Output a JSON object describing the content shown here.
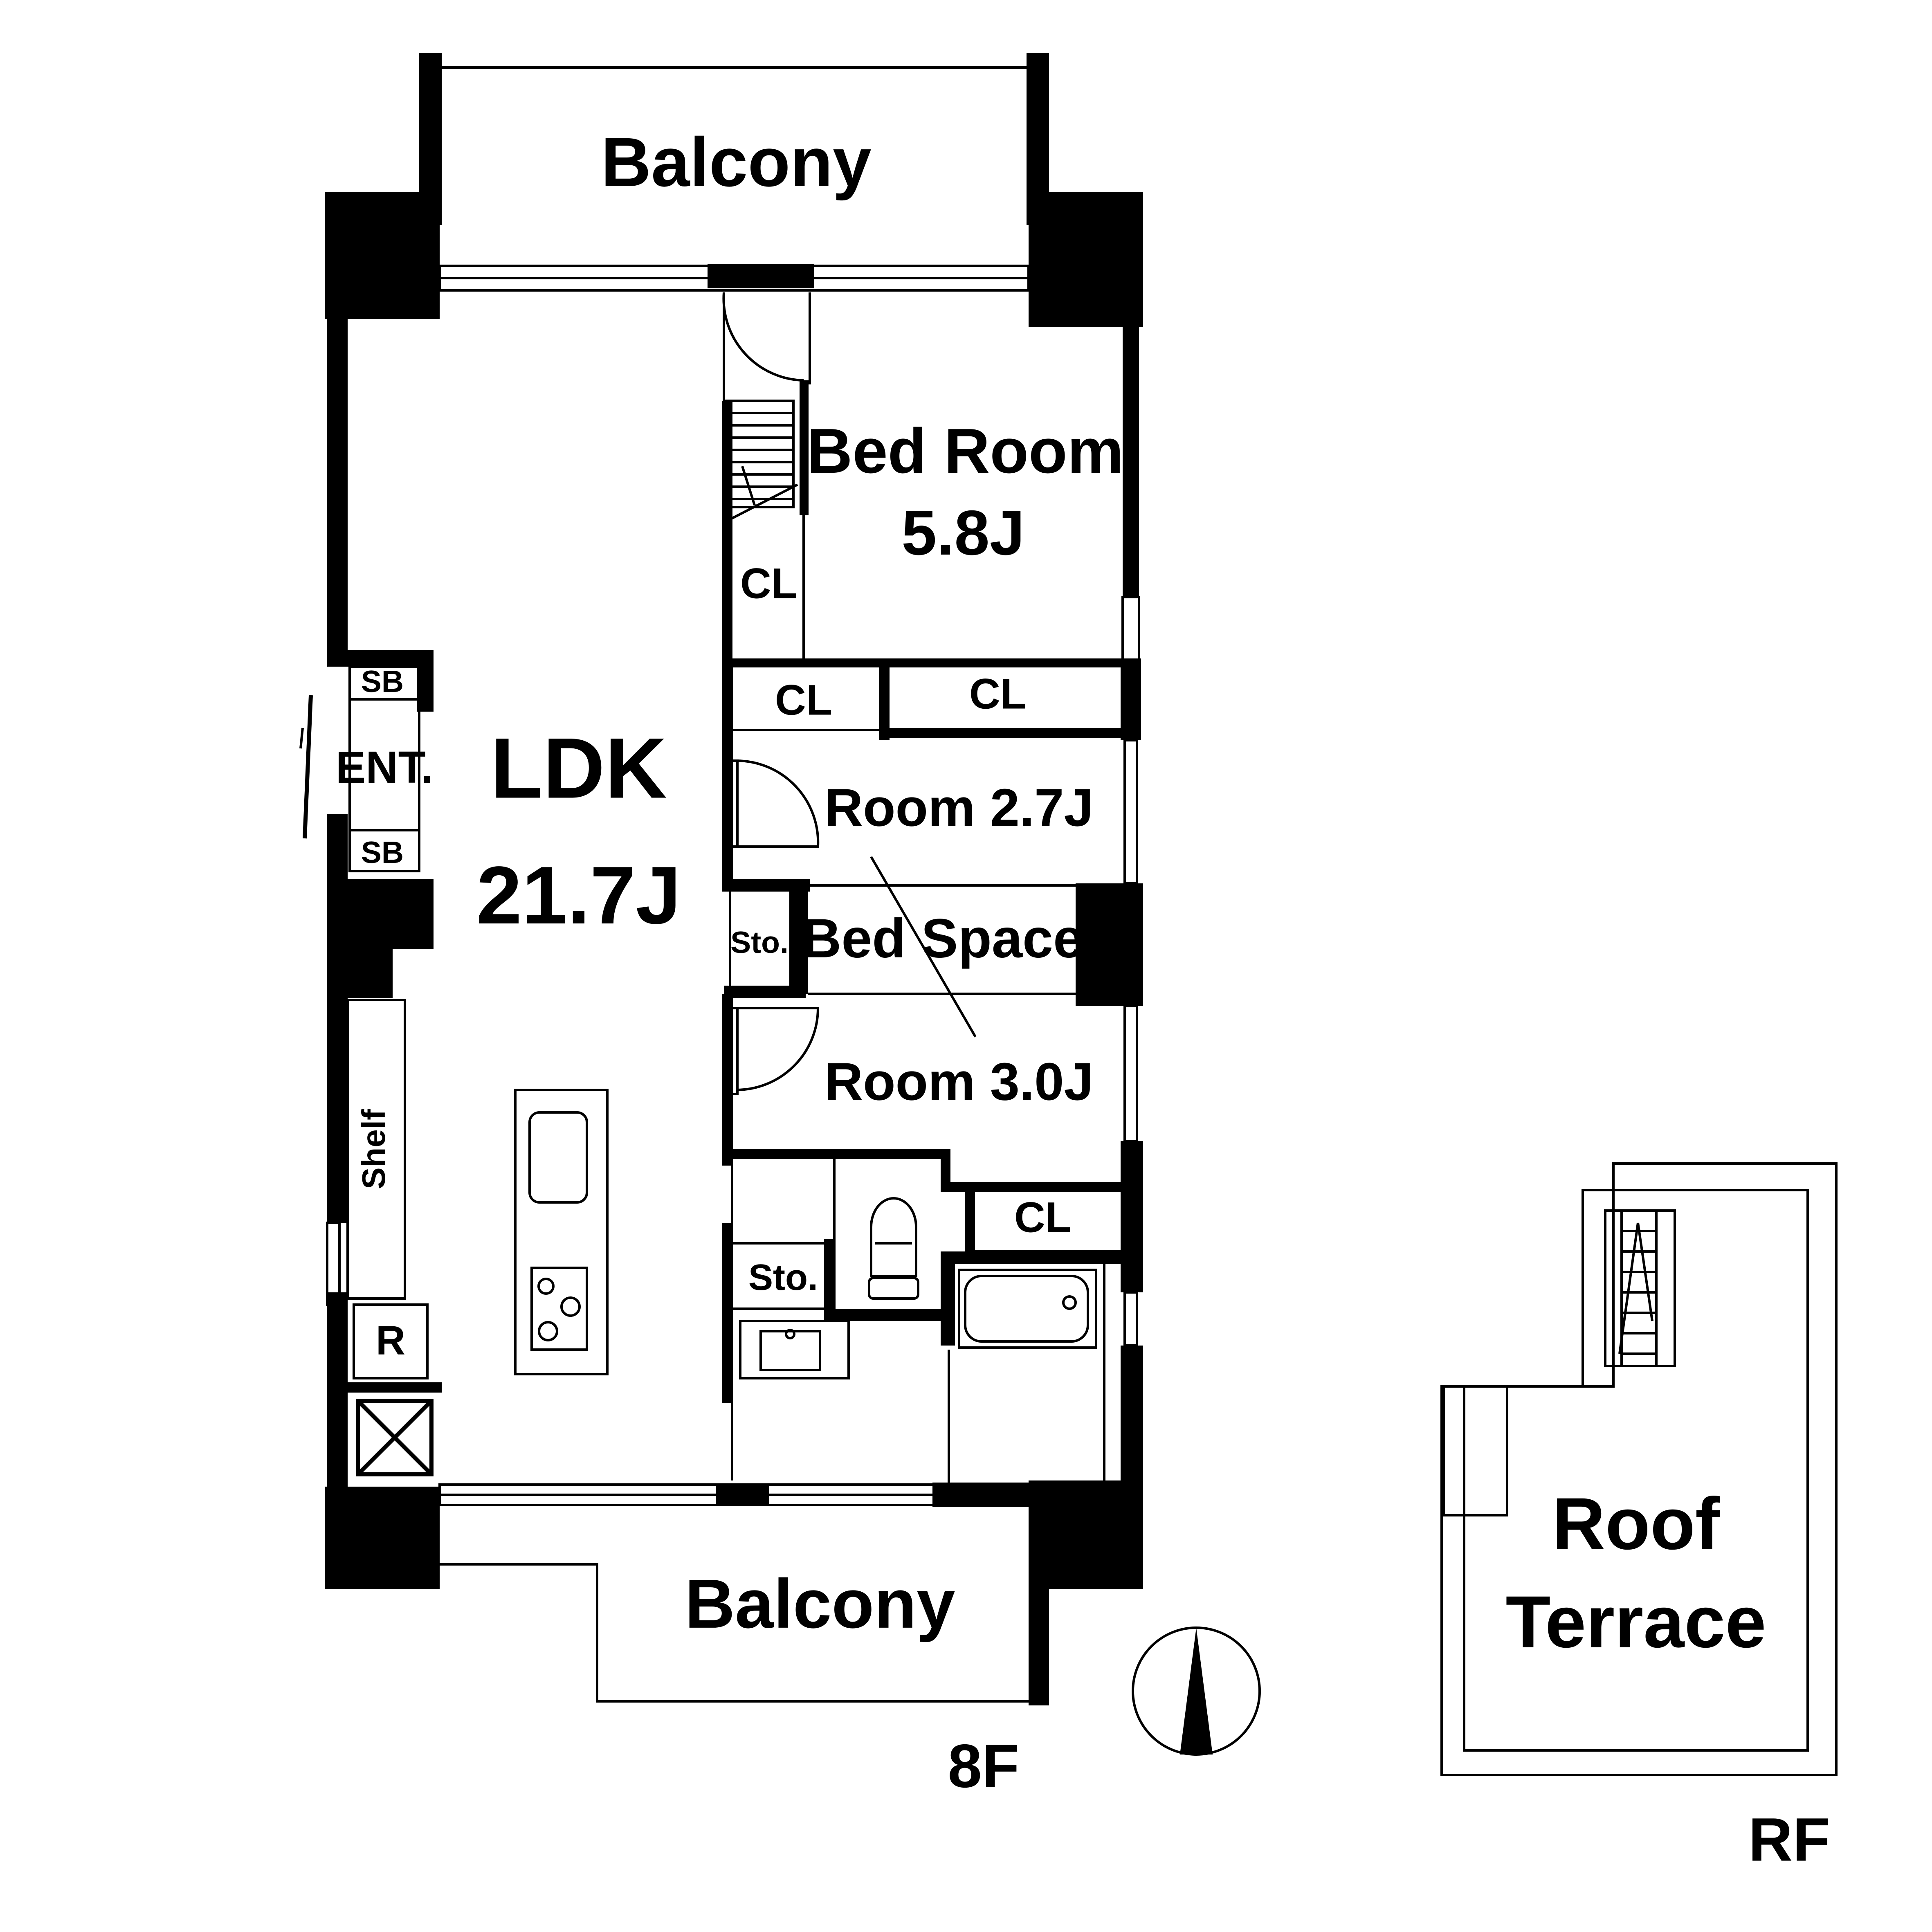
{
  "floors": {
    "main": "8F",
    "roof": "RF"
  },
  "rooms": {
    "balcony_top": "Balcony",
    "balcony_bottom": "Balcony",
    "bedroom_name": "Bed Room",
    "bedroom_size": "5.8J",
    "ldk_name": "LDK",
    "ldk_size": "21.7J",
    "room1": "Room 2.7J",
    "bed_space": "Bed Space",
    "room2": "Room 3.0J",
    "roof_terrace_1": "Roof",
    "roof_terrace_2": "Terrace"
  },
  "labels": {
    "cl_bedroom": "CL",
    "cl_mid_left": "CL",
    "cl_mid_right": "CL",
    "cl_bath": "CL",
    "sb_top": "SB",
    "sb_bottom": "SB",
    "entrance": "ENT.",
    "storage_1": "Sto.",
    "storage_2": "Sto.",
    "shelf": "Shelf",
    "refrigerator": "R"
  },
  "icons": [
    "north-arrow-icon",
    "stairs-icon",
    "toilet-icon",
    "bathtub-icon",
    "stove-icon",
    "sink-icon",
    "ladder-icon"
  ]
}
